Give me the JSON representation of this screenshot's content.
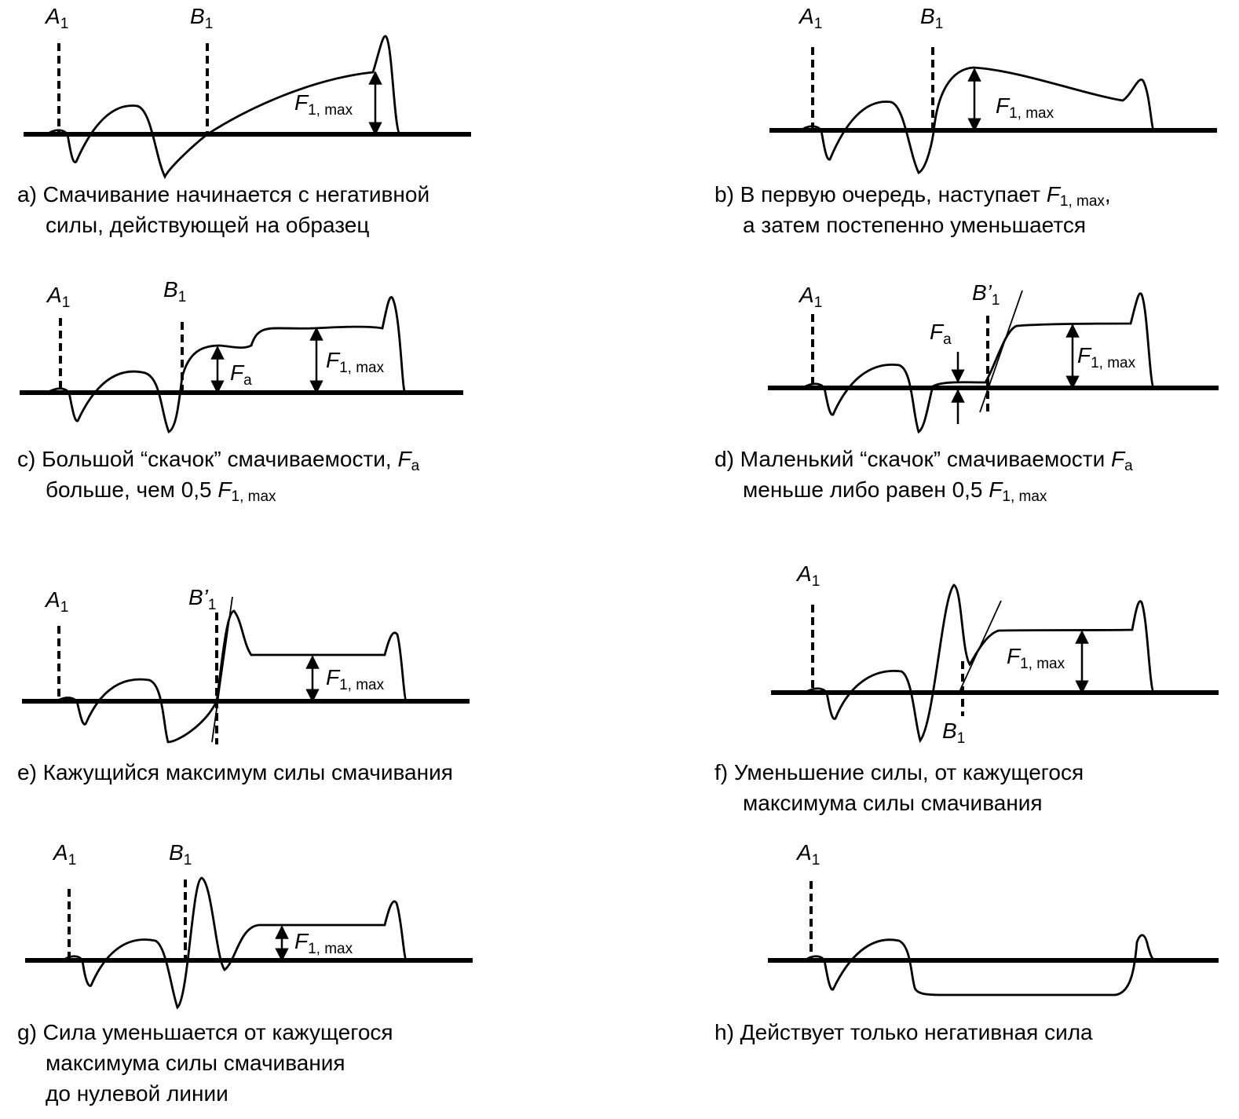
{
  "symbols": {
    "A": "A",
    "B": "B",
    "Bp": "B’",
    "one": "1",
    "F": "F",
    "sub_max": "1, max",
    "sub_a": "a"
  },
  "panels": [
    {
      "id": "a",
      "caption": [
        "a) Смачивание начинается с негативной",
        "силы, действующей на образец"
      ]
    },
    {
      "id": "b",
      "caption_parts": [
        [
          "b) В первую очередь, наступает ",
          "F",
          "1, max",
          ","
        ],
        [
          "а затем постепенно уменьшается"
        ]
      ]
    },
    {
      "id": "c",
      "caption_parts": [
        [
          "c) Большой “скачок” смачиваемости, ",
          "F",
          "a"
        ],
        [
          "больше, чем 0,5 ",
          "F",
          "1, max"
        ]
      ]
    },
    {
      "id": "d",
      "caption_parts": [
        [
          "d) Маленький “скачок” смачиваемости ",
          "F",
          "a"
        ],
        [
          "меньше либо равен 0,5 ",
          "F",
          "1, max"
        ]
      ]
    },
    {
      "id": "e",
      "caption": [
        "e) Кажущийся максимум силы смачивания"
      ]
    },
    {
      "id": "f",
      "caption": [
        "f) Уменьшение силы, от кажущегося",
        "максимума силы смачивания"
      ]
    },
    {
      "id": "g",
      "caption": [
        "g) Сила уменьшается от кажущегося",
        "максимума силы смачивания",
        "до нулевой линии"
      ]
    },
    {
      "id": "h",
      "caption": [
        "h) Действует только негативная сила"
      ]
    }
  ]
}
